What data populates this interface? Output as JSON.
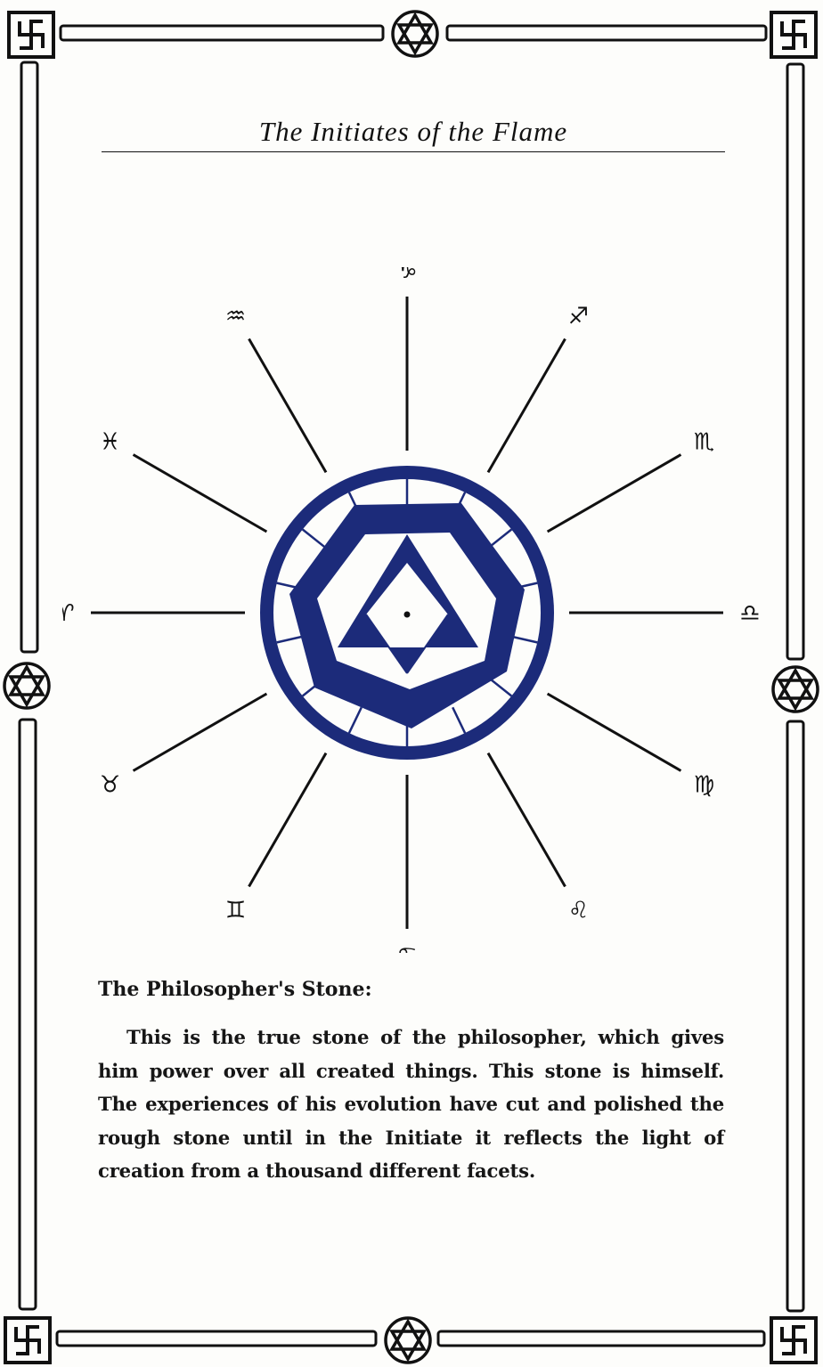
{
  "header": {
    "title": "The Initiates of the Flame"
  },
  "figure": {
    "zodiac_signs": [
      {
        "name": "capricorn",
        "glyph": "♑"
      },
      {
        "name": "sagittarius",
        "glyph": "♐"
      },
      {
        "name": "scorpio",
        "glyph": "♏"
      },
      {
        "name": "libra",
        "glyph": "♎"
      },
      {
        "name": "virgo",
        "glyph": "♍"
      },
      {
        "name": "leo",
        "glyph": "♌"
      },
      {
        "name": "cancer",
        "glyph": "♋"
      },
      {
        "name": "gemini",
        "glyph": "♊"
      },
      {
        "name": "taurus",
        "glyph": "♉"
      },
      {
        "name": "aries",
        "glyph": "♈"
      },
      {
        "name": "pisces",
        "glyph": "♓"
      },
      {
        "name": "aquarius",
        "glyph": "♒"
      }
    ],
    "ink_color": "#1c2b7a"
  },
  "caption": "The Philosopher's Stone:",
  "paragraph": "This is the true stone of the philosopher, which gives him power over all created things.  This stone is himself.  The experiences of his evolution have cut and polished the rough stone until in the Initiate it reflects the light of creation from a thousand different facets.",
  "border": {
    "corner_icon": "swastika-icon",
    "medallion_icon": "hexagram-icon"
  }
}
